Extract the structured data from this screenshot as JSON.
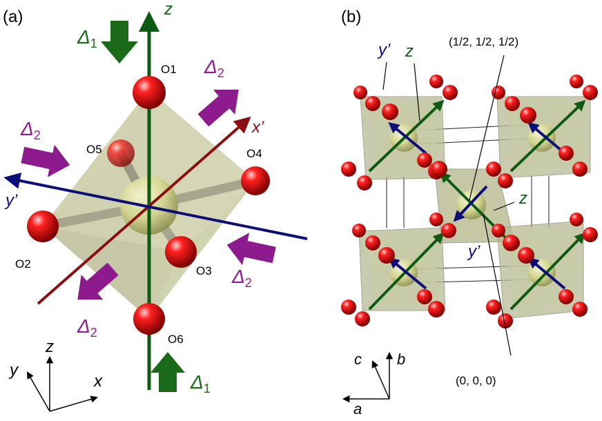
{
  "panel_a": {
    "label": "(a)",
    "axes": {
      "z": "z",
      "x_prime": "x’",
      "y_prime": "y’"
    },
    "oxygens": {
      "o1": "O1",
      "o2": "O2",
      "o3": "O3",
      "o4": "O4",
      "o5": "O5",
      "o6": "O6"
    },
    "delta1": {
      "symbol": "Δ",
      "sub": "1"
    },
    "delta2": {
      "symbol": "Δ",
      "sub": "2"
    },
    "frame": {
      "x": "x",
      "y": "y",
      "z": "z"
    }
  },
  "panel_b": {
    "label": "(b)",
    "center_coord": "(1/2, 1/2, 1/2)",
    "origin_coord": "(0, 0, 0)",
    "axes": {
      "y_prime": "y’",
      "z": "z"
    },
    "frame": {
      "a": "a",
      "b": "b",
      "c": "c"
    }
  },
  "colors": {
    "z_axis": "#0e5a12",
    "x_prime_axis": "#8b0f12",
    "y_prime_axis": "#0d0d7a",
    "delta1_arrow": "#1a6a1a",
    "delta2_arrow": "#8e1b8e",
    "oxygen": "#e01010",
    "octahedron": "#c8caa0",
    "metal": "#d9dc98"
  }
}
